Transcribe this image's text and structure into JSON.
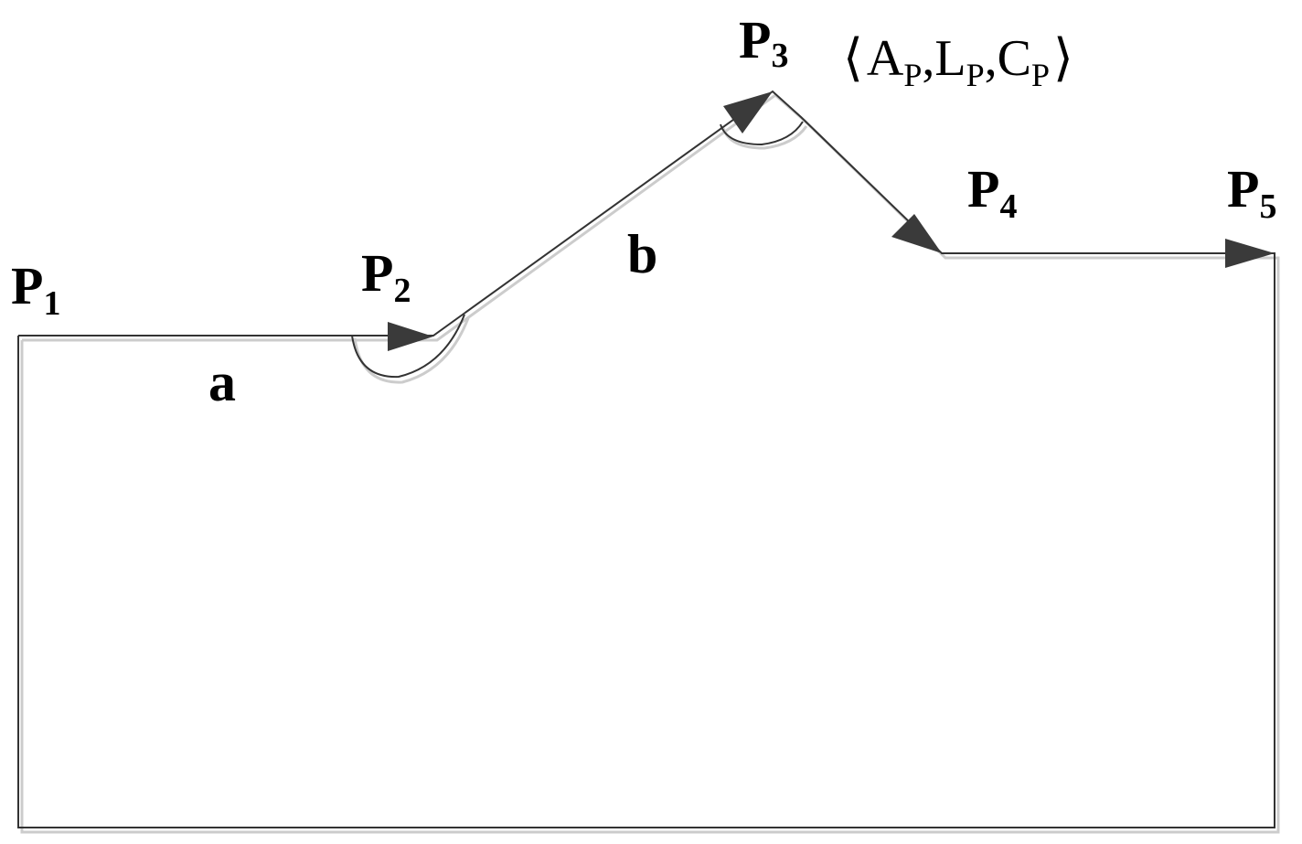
{
  "colors": {
    "line": "#333333",
    "shadow": "#c8c8c8",
    "arrow": "#3a3a3a",
    "text": "#000000"
  },
  "points": [
    {
      "letter": "P",
      "index": "1"
    },
    {
      "letter": "P",
      "index": "2"
    },
    {
      "letter": "P",
      "index": "3"
    },
    {
      "letter": "P",
      "index": "4"
    },
    {
      "letter": "P",
      "index": "5"
    }
  ],
  "edges": {
    "a": "a",
    "b": "b"
  },
  "attribute_tuple": {
    "open": "⟨",
    "close": "⟩",
    "separator": ",",
    "items": [
      {
        "letter": "A",
        "sub": "P"
      },
      {
        "letter": "L",
        "sub": "P"
      },
      {
        "letter": "C",
        "sub": "P"
      }
    ]
  }
}
